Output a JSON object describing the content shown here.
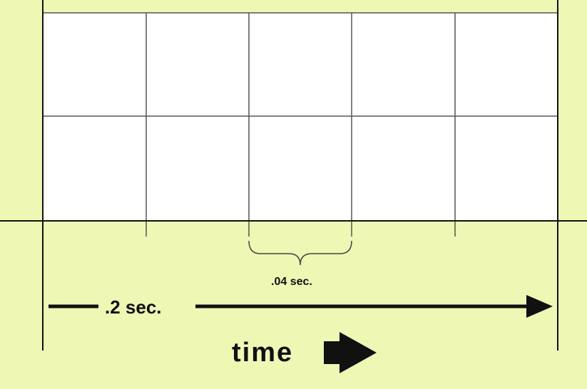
{
  "diagram": {
    "small_interval_label": ".04 sec.",
    "large_interval_label": ".2 sec.",
    "axis_label": "time",
    "colors": {
      "background": "#EEF7B4",
      "grid_fill": "#FFFFFF",
      "grid_line": "#555555",
      "ink": "#111111"
    },
    "icons": {
      "time_arrow": "right-arrow-icon",
      "interval_arrow": "arrowhead-icon",
      "bracket": "curly-brace-icon"
    }
  }
}
